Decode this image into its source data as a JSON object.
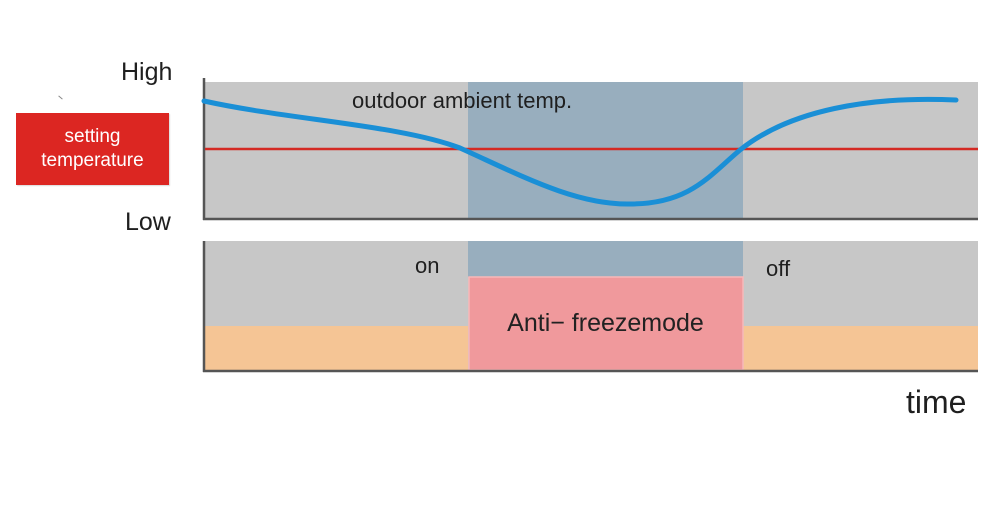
{
  "labels": {
    "high": "High",
    "low": "Low",
    "setting_temperature_line1": "setting",
    "setting_temperature_line2": "temperature",
    "ambient": "outdoor ambient temp.",
    "on": "on",
    "off": "off",
    "mode": "Anti− freezemode",
    "time": "time"
  },
  "colors": {
    "panel_gray": "#c7c7c7",
    "mode_window_blue": "#98aebe",
    "ambient_curve": "#1a8fd6",
    "setting_line": "#d42a24",
    "setting_box": "#dc2622",
    "normal_band": "#f5c595",
    "anti_freeze_box": "#f0999c",
    "axis": "#555555"
  }
}
